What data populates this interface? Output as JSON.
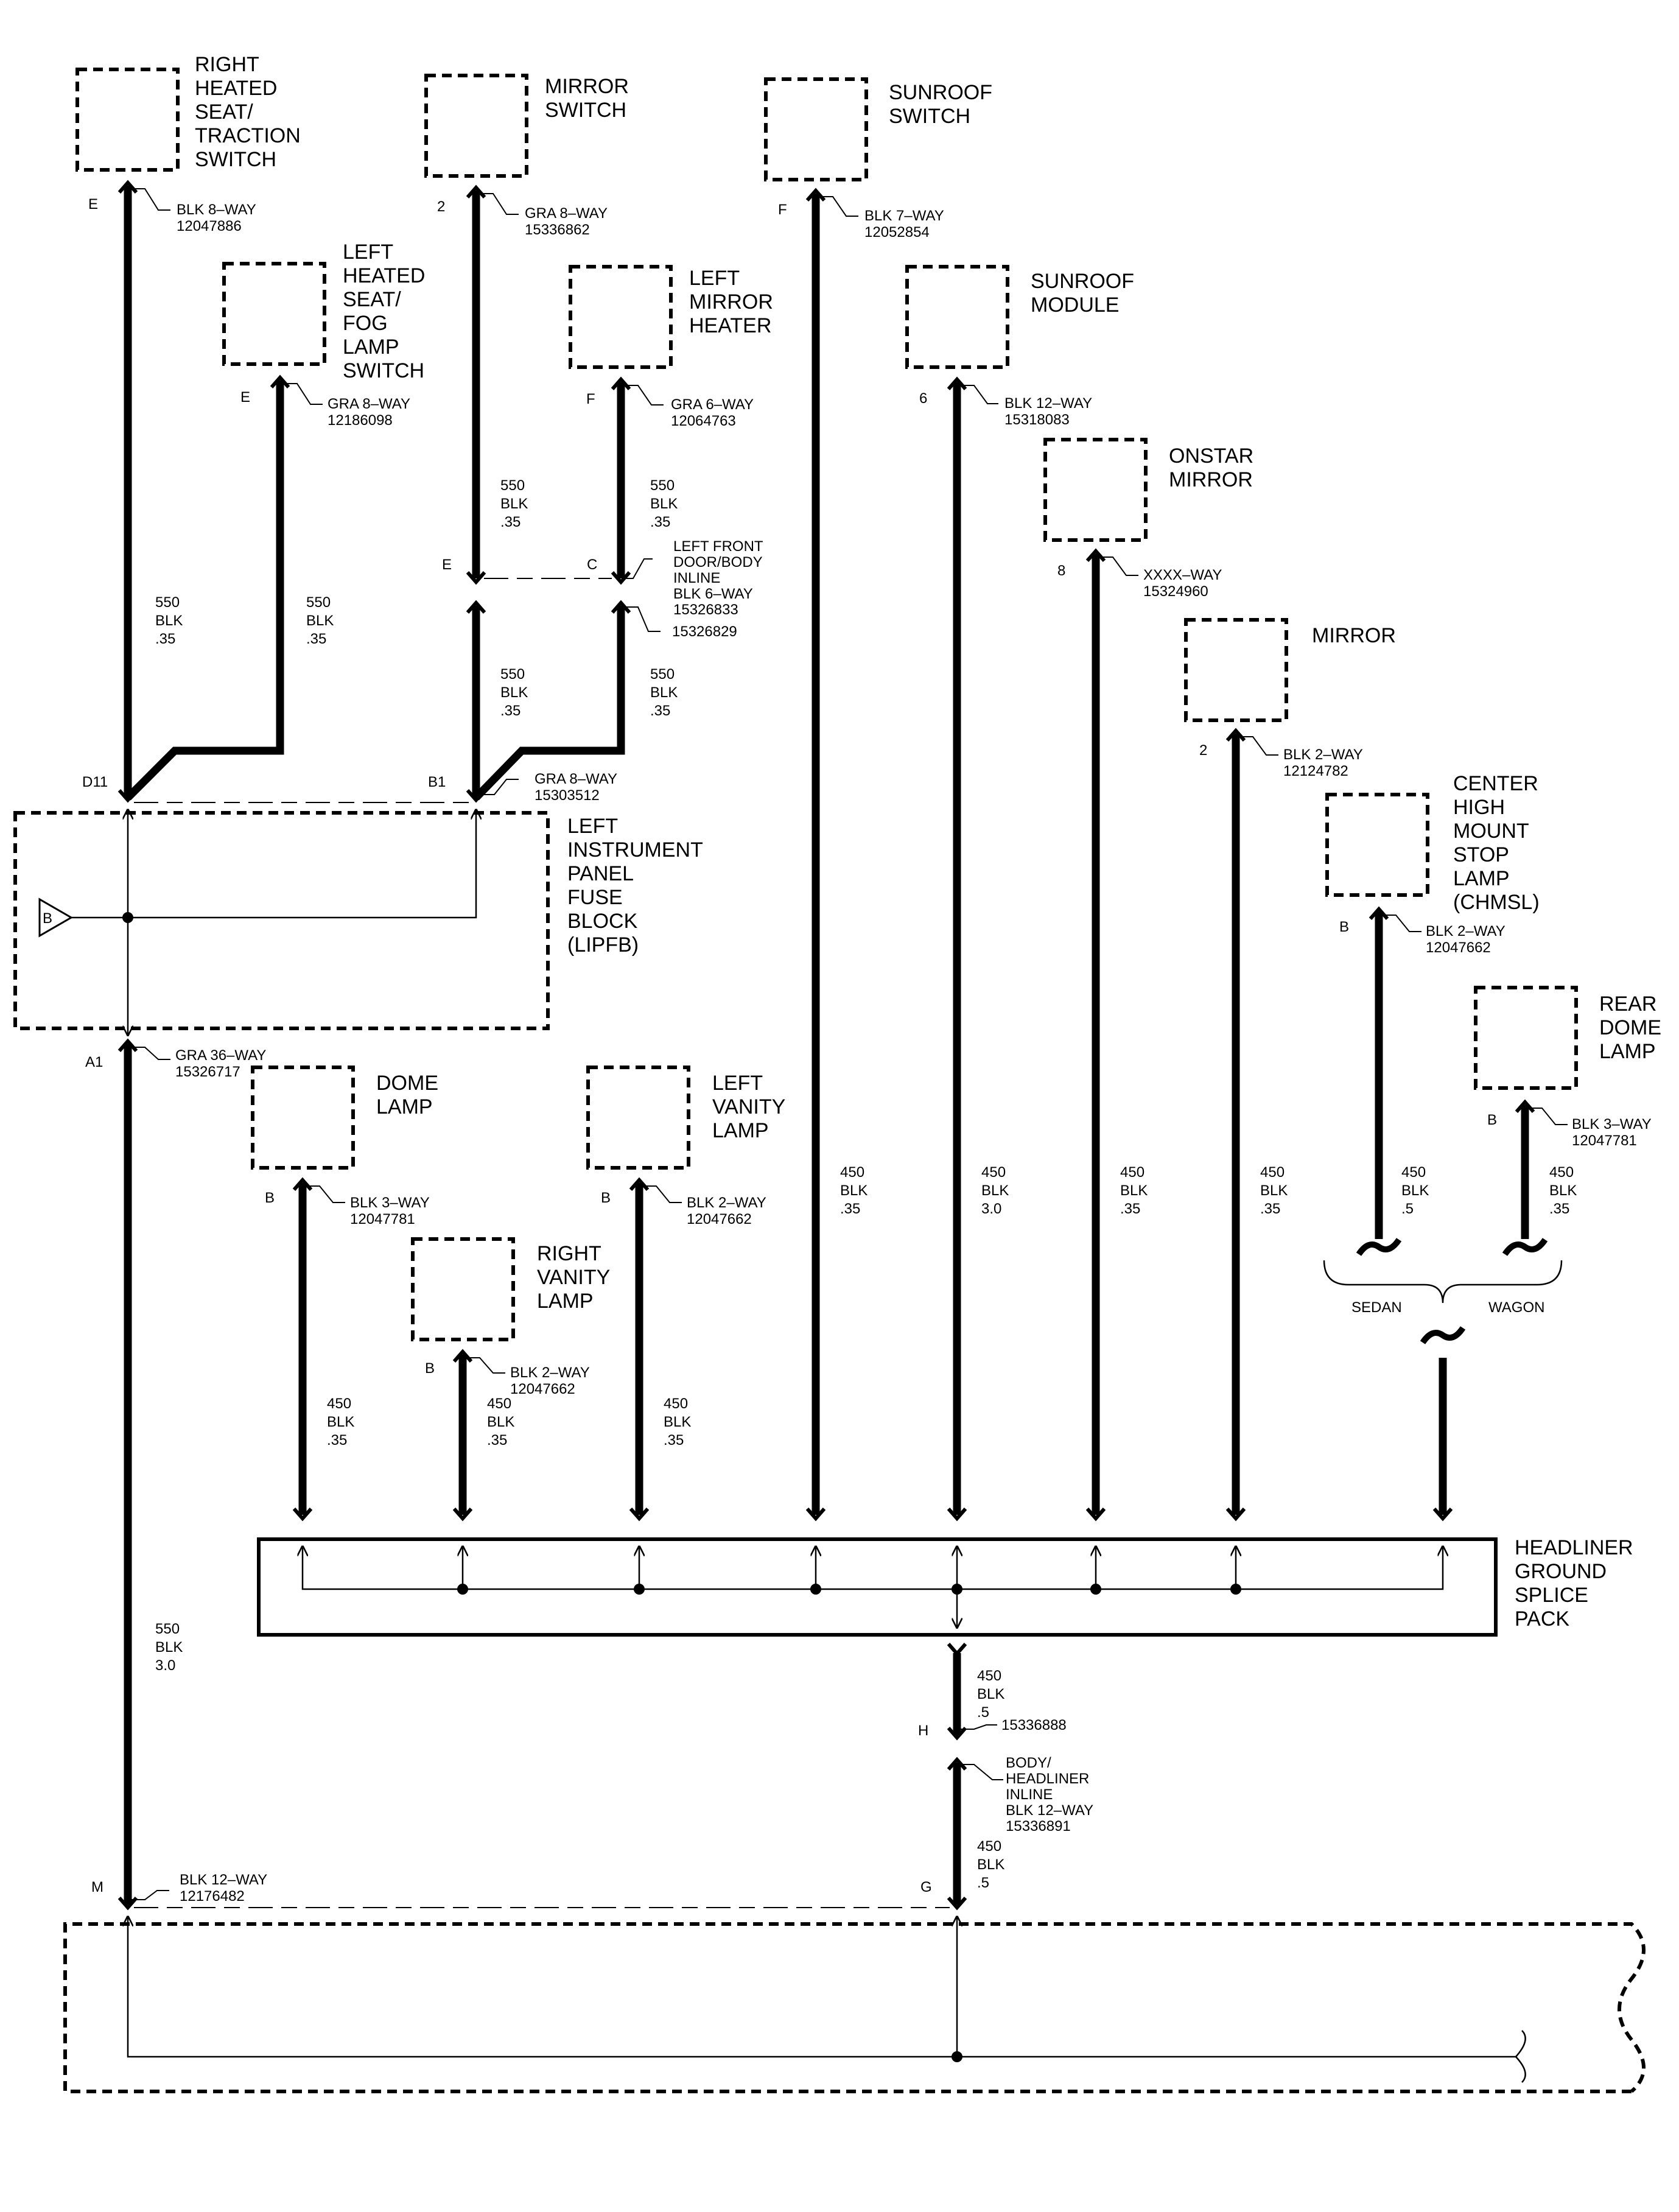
{
  "components": {
    "right_heated_seat_switch": [
      "RIGHT",
      "HEATED",
      "SEAT/",
      "TRACTION",
      "SWITCH"
    ],
    "mirror_switch": [
      "MIRROR",
      "SWITCH"
    ],
    "sunroof_switch": [
      "SUNROOF",
      "SWITCH"
    ],
    "left_heated_seat_switch": [
      "LEFT",
      "HEATED",
      "SEAT/",
      "FOG",
      "LAMP",
      "SWITCH"
    ],
    "left_mirror_heater": [
      "LEFT",
      "MIRROR",
      "HEATER"
    ],
    "sunroof_module": [
      "SUNROOF",
      "MODULE"
    ],
    "onstar_mirror": [
      "ONSTAR",
      "MIRROR"
    ],
    "mirror": [
      "MIRROR"
    ],
    "chmsl": [
      "CENTER",
      "HIGH",
      "MOUNT",
      "STOP",
      "LAMP",
      "(CHMSL)"
    ],
    "rear_dome_lamp": [
      "REAR",
      "DOME",
      "LAMP"
    ],
    "lipfb": [
      "LEFT",
      "INSTRUMENT",
      "PANEL",
      "FUSE",
      "BLOCK",
      "(LIPFB)"
    ],
    "dome_lamp": [
      "DOME",
      "LAMP"
    ],
    "left_vanity_lamp": [
      "LEFT",
      "VANITY",
      "LAMP"
    ],
    "right_vanity_lamp": [
      "RIGHT",
      "VANITY",
      "LAMP"
    ],
    "headliner_ground_splice_pack": [
      "HEADLINER",
      "GROUND",
      "SPLICE",
      "PACK"
    ]
  },
  "connectors": {
    "rhs_switch": [
      "BLK 8–WAY",
      "12047886"
    ],
    "mirror_switch": [
      "GRA 8–WAY",
      "15336862"
    ],
    "sunroof_switch": [
      "BLK 7–WAY",
      "12052854"
    ],
    "lhs_switch": [
      "GRA 8–WAY",
      "12186098"
    ],
    "left_mirror_heater": [
      "GRA 6–WAY",
      "12064763"
    ],
    "sunroof_module": [
      "BLK 12–WAY",
      "15318083"
    ],
    "onstar_mirror": [
      "XXXX–WAY",
      "15324960"
    ],
    "mirror": [
      "BLK 2–WAY",
      "12124782"
    ],
    "chmsl": [
      "BLK 2–WAY",
      "12047662"
    ],
    "rear_dome_lamp": [
      "BLK 3–WAY",
      "12047781"
    ],
    "door_inline": [
      "LEFT FRONT",
      "DOOR/BODY",
      "INLINE",
      "BLK 6–WAY",
      "15326833"
    ],
    "door_inline_mate": [
      "15326829"
    ],
    "lipfb_top": [
      "GRA 8–WAY",
      "15303512"
    ],
    "lipfb_bottom": [
      "GRA 36–WAY",
      "15326717"
    ],
    "dome_lamp": [
      "BLK 3–WAY",
      "12047781"
    ],
    "left_vanity_lamp": [
      "BLK 2–WAY",
      "12047662"
    ],
    "right_vanity_lamp": [
      "BLK 2–WAY",
      "12047662"
    ],
    "splice_out": [
      "15336888"
    ],
    "body_inline": [
      "BODY/",
      "HEADLINER",
      "INLINE",
      "BLK 12–WAY",
      "15336891"
    ],
    "ground_m": [
      "BLK 12–WAY",
      "12176482"
    ]
  },
  "wires": {
    "w550_035": [
      "550",
      "BLK",
      ".35"
    ],
    "w550_30": [
      "550",
      "BLK",
      "3.0"
    ],
    "w450_035": [
      "450",
      "BLK",
      ".35"
    ],
    "w450_30": [
      "450",
      "BLK",
      "3.0"
    ],
    "w450_05": [
      "450",
      "BLK",
      ".5"
    ]
  },
  "pins": {
    "E": "E",
    "F": "F",
    "C": "C",
    "B": "B",
    "H": "H",
    "G": "G",
    "M": "M",
    "two": "2",
    "six": "6",
    "eight": "8",
    "D11": "D11",
    "B1": "B1",
    "A1": "A1"
  },
  "bus_symbol": "B",
  "options": {
    "sedan": "SEDAN",
    "wagon": "WAGON"
  }
}
